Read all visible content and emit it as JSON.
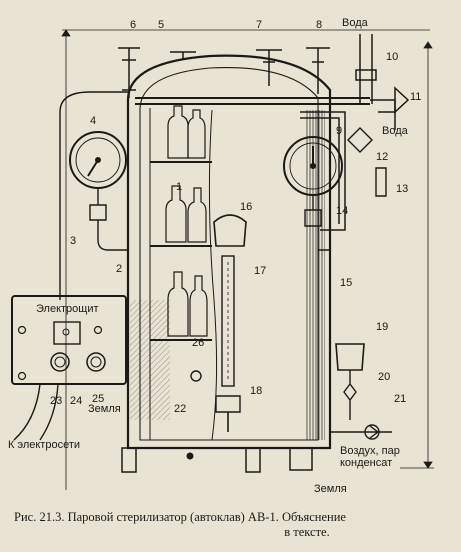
{
  "figure": {
    "caption_line1": "Рис. 21.3. Паровой стерилизатор (автоклав) АВ-1. Объяснение",
    "caption_line2": "в тексте."
  },
  "labels": {
    "voda_top": "Вода",
    "voda_right": "Вода",
    "elektroshchit": "Электрощит",
    "zemlya_panel": "Земля",
    "k_elektroseti": "К электросети",
    "vozdukh_par": "Воздух, пар",
    "kondensat": "конденсат",
    "zemlya_bottom": "Земля"
  },
  "callouts": [
    "1",
    "2",
    "3",
    "4",
    "5",
    "6",
    "7",
    "8",
    "9",
    "10",
    "11",
    "12",
    "13",
    "14",
    "15",
    "16",
    "17",
    "18",
    "19",
    "20",
    "21",
    "22",
    "23",
    "24",
    "25",
    "26"
  ],
  "colors": {
    "ink": "#1c1a17",
    "paper": "#e9e3d3"
  }
}
